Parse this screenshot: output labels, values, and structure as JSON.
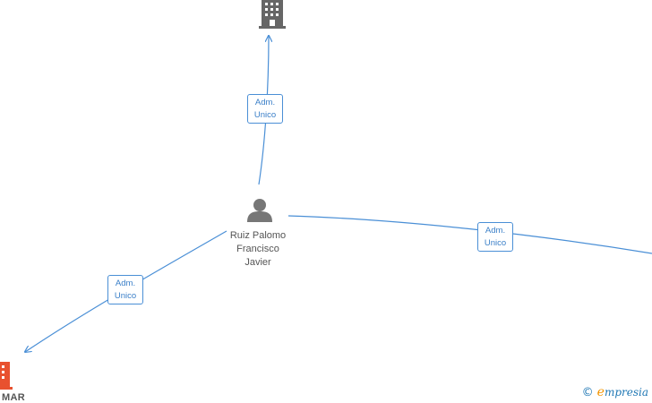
{
  "person": {
    "name_lines": [
      "Ruiz Palomo",
      "Francisco",
      "Javier"
    ],
    "icon": "person-icon"
  },
  "companies": [
    {
      "id": "top",
      "icon": "building-icon",
      "color": "#666666",
      "name": ""
    },
    {
      "id": "bottom-left",
      "icon": "building-icon",
      "color": "#e8512f",
      "name": "MAR"
    },
    {
      "id": "right",
      "icon": "building-icon",
      "color": "#666666",
      "name": ""
    }
  ],
  "edges": [
    {
      "id": "to-top",
      "label_lines": [
        "Adm.",
        "Unico"
      ]
    },
    {
      "id": "to-bottom-left",
      "label_lines": [
        "Adm.",
        "Unico"
      ]
    },
    {
      "id": "to-right",
      "label_lines": [
        "Adm.",
        "Unico"
      ]
    }
  ],
  "colors": {
    "edge": "#4a8fd6",
    "label_text": "#3a7fc8",
    "icon_gray": "#666666",
    "icon_orange": "#e8512f"
  },
  "watermark": {
    "symbol": "©",
    "initial": "e",
    "brand": "mpresia"
  }
}
